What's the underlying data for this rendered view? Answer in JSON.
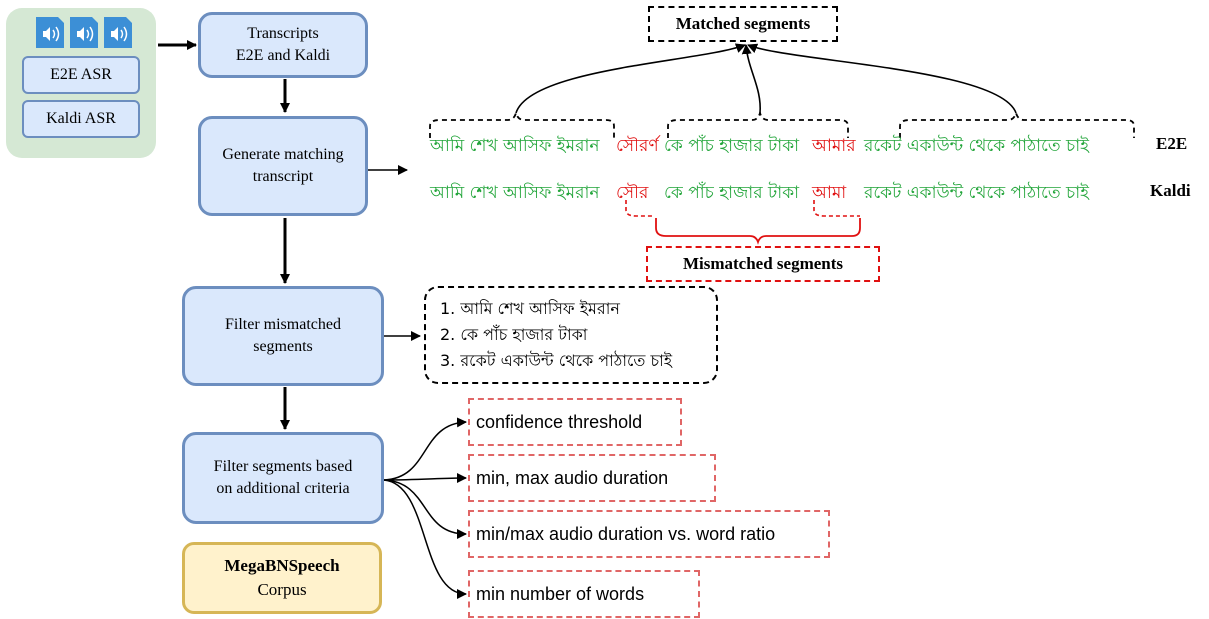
{
  "audio_group": {
    "asr_e2e": "E2E ASR",
    "asr_kaldi": "Kaldi ASR"
  },
  "steps": {
    "transcripts": {
      "line1": "Transcripts",
      "line2": "E2E and Kaldi"
    },
    "generate": {
      "line1": "Generate matching",
      "line2": "transcript"
    },
    "filter_mismatch": {
      "line1": "Filter mismatched",
      "line2": "segments"
    },
    "filter_criteria": {
      "line1": "Filter segments based",
      "line2": "on additional criteria"
    }
  },
  "matched_label": "Matched segments",
  "mismatched_label": "Mismatched segments",
  "e2e": {
    "label": "E2E",
    "seg1": "আমি শেখ আসিফ ইমরান",
    "err1": "সৌরর্ণ",
    "seg2": "কে পাঁচ হাজার টাকা",
    "err2": "আমার",
    "seg3": "রকেট একাউন্ট থেকে পাঠাতে চাই"
  },
  "kaldi": {
    "label": "Kaldi",
    "seg1": "আমি শেখ আসিফ ইমরান",
    "err1": "সৌর",
    "seg2": "কে পাঁচ হাজার টাকা",
    "err2": "আমা",
    "seg3": "রকেট একাউন্ট থেকে পাঠাতে চাই"
  },
  "filtered_list": [
    "1. আমি শেখ আসিফ ইমরান",
    "2. কে পাঁচ হাজার টাকা",
    "3. রকেট একাউন্ট থেকে পাঠাতে চাই"
  ],
  "criteria": [
    "confidence threshold",
    "min, max audio duration",
    "min/max audio duration vs. word ratio",
    "min number of words"
  ],
  "corpus": {
    "name": "MegaBNSpeech",
    "subtitle": "Corpus"
  },
  "colors": {
    "step_fill": "#dae8fc",
    "step_stroke": "#6c8ebf",
    "group_fill": "#d5e8d4",
    "matched_text": "#22a53a",
    "mismatched_text": "#e01010",
    "criteria_border": "#e06666",
    "corpus_fill": "#fff2cc",
    "corpus_stroke": "#d6b656",
    "audio_icon": "#3c8fd6"
  }
}
